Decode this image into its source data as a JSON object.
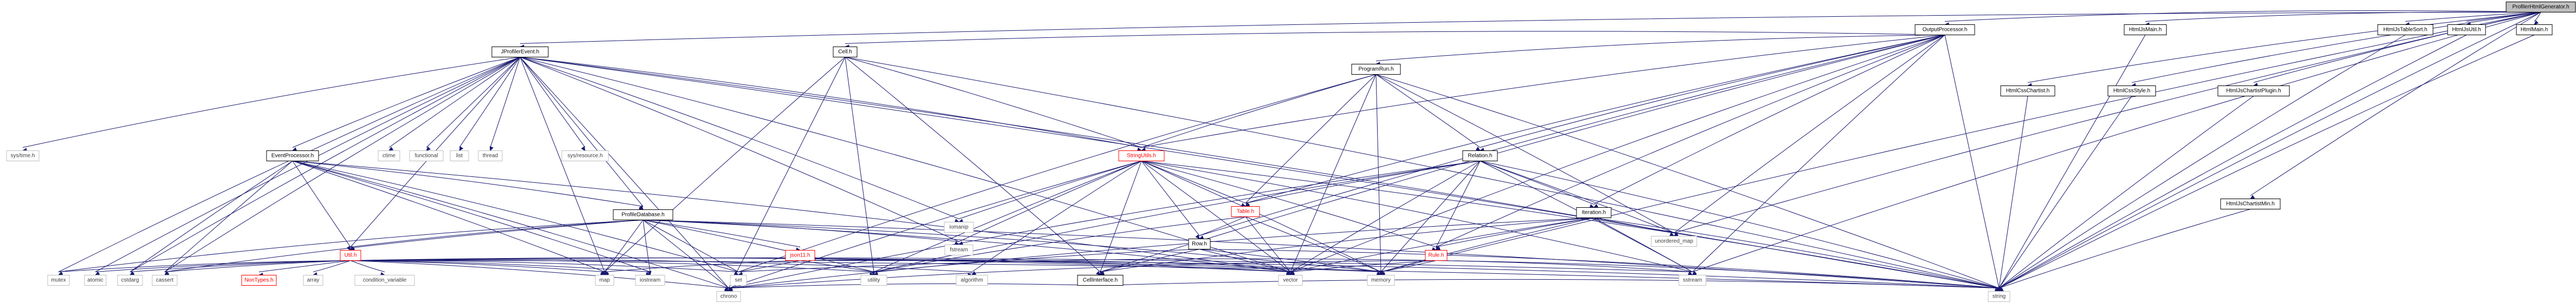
{
  "graph": {
    "root": "ProfilerHtmlGenerator.h",
    "colors": {
      "edge": "#191970",
      "node_border": "#000000",
      "node_fill": "#ffffff",
      "root_fill": "#bfbfbf",
      "external_border": "#bfbfbf",
      "external_text": "#404040",
      "red_border": "#ff0000",
      "red_text": "#ff0000"
    },
    "nodes": [
      {
        "id": "root",
        "label": "ProfilerHtmlGenerator.h",
        "kind": "root"
      },
      {
        "id": "op",
        "label": "OutputProcessor.h",
        "kind": "file"
      },
      {
        "id": "hjsmain",
        "label": "HtmlJsMain.h",
        "kind": "file"
      },
      {
        "id": "hjstsort",
        "label": "HtmlJsTableSort.h",
        "kind": "file"
      },
      {
        "id": "hjsutil",
        "label": "HtmlJsUtil.h",
        "kind": "file"
      },
      {
        "id": "hmain",
        "label": "HtmlMain.h",
        "kind": "file"
      },
      {
        "id": "jpe",
        "label": "JProfilerEvent.h",
        "kind": "file"
      },
      {
        "id": "cell",
        "label": "Cell.h",
        "kind": "file"
      },
      {
        "id": "progrun",
        "label": "ProgramRun.h",
        "kind": "file"
      },
      {
        "id": "hcsschart",
        "label": "HtmlCssChartist.h",
        "kind": "file"
      },
      {
        "id": "hcssstyle",
        "label": "HtmlCssStyle.h",
        "kind": "file"
      },
      {
        "id": "hjschartplugin",
        "label": "HtmlJsChartistPlugin.h",
        "kind": "file"
      },
      {
        "id": "hjschartmin",
        "label": "HtmlJsChartistMin.h",
        "kind": "file"
      },
      {
        "id": "systime",
        "label": "sys/time.h",
        "kind": "external"
      },
      {
        "id": "evproc",
        "label": "EventProcessor.h",
        "kind": "file"
      },
      {
        "id": "ctime",
        "label": "ctime",
        "kind": "external"
      },
      {
        "id": "functional",
        "label": "functional",
        "kind": "external"
      },
      {
        "id": "list",
        "label": "list",
        "kind": "external"
      },
      {
        "id": "thread",
        "label": "thread",
        "kind": "external"
      },
      {
        "id": "sysres",
        "label": "sys/resource.h",
        "kind": "external"
      },
      {
        "id": "strutils",
        "label": "StringUtils.h",
        "kind": "red"
      },
      {
        "id": "relation",
        "label": "Relation.h",
        "kind": "file"
      },
      {
        "id": "profdb",
        "label": "ProfileDatabase.h",
        "kind": "file"
      },
      {
        "id": "iomanip",
        "label": "iomanip",
        "kind": "external"
      },
      {
        "id": "table",
        "label": "Table.h",
        "kind": "red"
      },
      {
        "id": "iteration",
        "label": "Iteration.h",
        "kind": "file"
      },
      {
        "id": "fstream",
        "label": "fstream",
        "kind": "external"
      },
      {
        "id": "row",
        "label": "Row.h",
        "kind": "file"
      },
      {
        "id": "unordered_map",
        "label": "unordered_map",
        "kind": "external"
      },
      {
        "id": "util",
        "label": "Util.h",
        "kind": "red"
      },
      {
        "id": "json11",
        "label": "json11.h",
        "kind": "red"
      },
      {
        "id": "rule",
        "label": "Rule.h",
        "kind": "red"
      },
      {
        "id": "mutex",
        "label": "mutex",
        "kind": "external"
      },
      {
        "id": "atomic",
        "label": "atomic",
        "kind": "external"
      },
      {
        "id": "cstdarg",
        "label": "cstdarg",
        "kind": "external"
      },
      {
        "id": "cassert",
        "label": "cassert",
        "kind": "external"
      },
      {
        "id": "nontypes",
        "label": "NonTypes.h",
        "kind": "red"
      },
      {
        "id": "array",
        "label": "array",
        "kind": "external"
      },
      {
        "id": "condvar",
        "label": "condition_variable",
        "kind": "external"
      },
      {
        "id": "map",
        "label": "map",
        "kind": "external"
      },
      {
        "id": "iostream",
        "label": "iostream",
        "kind": "external"
      },
      {
        "id": "set",
        "label": "set",
        "kind": "external"
      },
      {
        "id": "utility",
        "label": "utility",
        "kind": "external"
      },
      {
        "id": "algorithm",
        "label": "algorithm",
        "kind": "external"
      },
      {
        "id": "cellif",
        "label": "CellInterface.h",
        "kind": "file"
      },
      {
        "id": "vector",
        "label": "vector",
        "kind": "external"
      },
      {
        "id": "memory",
        "label": "memory",
        "kind": "external"
      },
      {
        "id": "sstream",
        "label": "sstream",
        "kind": "external"
      },
      {
        "id": "chrono",
        "label": "chrono",
        "kind": "external"
      },
      {
        "id": "string",
        "label": "string",
        "kind": "external"
      }
    ],
    "edges": [
      [
        "root",
        "op"
      ],
      [
        "root",
        "hjsmain"
      ],
      [
        "root",
        "hjstsort"
      ],
      [
        "root",
        "hjsutil"
      ],
      [
        "root",
        "hmain"
      ],
      [
        "root",
        "hcsschart"
      ],
      [
        "root",
        "hcssstyle"
      ],
      [
        "root",
        "hjschartplugin"
      ],
      [
        "root",
        "hjschartmin"
      ],
      [
        "root",
        "jpe"
      ],
      [
        "root",
        "string"
      ],
      [
        "root",
        "sstream"
      ],
      [
        "root",
        "unordered_map"
      ],
      [
        "root",
        "memory"
      ],
      [
        "op",
        "cell"
      ],
      [
        "op",
        "progrun"
      ],
      [
        "op",
        "strutils"
      ],
      [
        "op",
        "relation"
      ],
      [
        "op",
        "table"
      ],
      [
        "op",
        "iteration"
      ],
      [
        "op",
        "row"
      ],
      [
        "op",
        "rule"
      ],
      [
        "op",
        "cellif"
      ],
      [
        "op",
        "unordered_map"
      ],
      [
        "op",
        "vector"
      ],
      [
        "op",
        "string"
      ],
      [
        "op",
        "sstream"
      ],
      [
        "hjsmain",
        "string"
      ],
      [
        "hjstsort",
        "string"
      ],
      [
        "hjsutil",
        "string"
      ],
      [
        "hmain",
        "string"
      ],
      [
        "hcsschart",
        "string"
      ],
      [
        "hcssstyle",
        "string"
      ],
      [
        "hjschartplugin",
        "string"
      ],
      [
        "hjschartmin",
        "string"
      ],
      [
        "jpe",
        "systime"
      ],
      [
        "jpe",
        "evproc"
      ],
      [
        "jpe",
        "ctime"
      ],
      [
        "jpe",
        "functional"
      ],
      [
        "jpe",
        "list"
      ],
      [
        "jpe",
        "thread"
      ],
      [
        "jpe",
        "sysres"
      ],
      [
        "jpe",
        "profdb"
      ],
      [
        "jpe",
        "util"
      ],
      [
        "jpe",
        "mutex"
      ],
      [
        "jpe",
        "atomic"
      ],
      [
        "jpe",
        "cstdarg"
      ],
      [
        "jpe",
        "cassert"
      ],
      [
        "jpe",
        "iomanip"
      ],
      [
        "jpe",
        "chrono"
      ],
      [
        "jpe",
        "map"
      ],
      [
        "jpe",
        "vector"
      ],
      [
        "jpe",
        "string"
      ],
      [
        "jpe",
        "unordered_map"
      ],
      [
        "jpe",
        "fstream"
      ],
      [
        "jpe",
        "strutils"
      ],
      [
        "cell",
        "strutils"
      ],
      [
        "cell",
        "cellif"
      ],
      [
        "cell",
        "chrono"
      ],
      [
        "cell",
        "utility"
      ],
      [
        "cell",
        "string"
      ],
      [
        "cell",
        "map"
      ],
      [
        "progrun",
        "strutils"
      ],
      [
        "progrun",
        "relation"
      ],
      [
        "progrun",
        "table"
      ],
      [
        "progrun",
        "vector"
      ],
      [
        "progrun",
        "memory"
      ],
      [
        "progrun",
        "string"
      ],
      [
        "progrun",
        "set"
      ],
      [
        "progrun",
        "unordered_map"
      ],
      [
        "evproc",
        "profdb"
      ],
      [
        "evproc",
        "util"
      ],
      [
        "evproc",
        "map"
      ],
      [
        "evproc",
        "cassert"
      ],
      [
        "evproc",
        "cstdarg"
      ],
      [
        "evproc",
        "iostream"
      ],
      [
        "evproc",
        "chrono"
      ],
      [
        "evproc",
        "set"
      ],
      [
        "evproc",
        "vector"
      ],
      [
        "strutils",
        "table"
      ],
      [
        "strutils",
        "row"
      ],
      [
        "strutils",
        "iomanip"
      ],
      [
        "strutils",
        "fstream"
      ],
      [
        "strutils",
        "utility"
      ],
      [
        "strutils",
        "algorithm"
      ],
      [
        "strutils",
        "vector"
      ],
      [
        "strutils",
        "memory"
      ],
      [
        "strutils",
        "string"
      ],
      [
        "strutils",
        "sstream"
      ],
      [
        "strutils",
        "chrono"
      ],
      [
        "strutils",
        "cellif"
      ],
      [
        "strutils",
        "rule"
      ],
      [
        "relation",
        "iteration"
      ],
      [
        "relation",
        "rule"
      ],
      [
        "relation",
        "table"
      ],
      [
        "relation",
        "utility"
      ],
      [
        "relation",
        "vector"
      ],
      [
        "relation",
        "memory"
      ],
      [
        "relation",
        "string"
      ],
      [
        "relation",
        "sstream"
      ],
      [
        "relation",
        "unordered_map"
      ],
      [
        "relation",
        "chrono"
      ],
      [
        "profdb",
        "util"
      ],
      [
        "profdb",
        "json11"
      ],
      [
        "profdb",
        "fstream"
      ],
      [
        "profdb",
        "map"
      ],
      [
        "profdb",
        "iostream"
      ],
      [
        "profdb",
        "set"
      ],
      [
        "profdb",
        "utility"
      ],
      [
        "profdb",
        "vector"
      ],
      [
        "profdb",
        "memory"
      ],
      [
        "profdb",
        "cassert"
      ],
      [
        "profdb",
        "chrono"
      ],
      [
        "profdb",
        "string"
      ],
      [
        "profdb",
        "mutex"
      ],
      [
        "table",
        "row"
      ],
      [
        "table",
        "vector"
      ],
      [
        "table",
        "memory"
      ],
      [
        "table",
        "utility"
      ],
      [
        "iteration",
        "rule"
      ],
      [
        "iteration",
        "vector"
      ],
      [
        "iteration",
        "memory"
      ],
      [
        "iteration",
        "string"
      ],
      [
        "iteration",
        "sstream"
      ],
      [
        "iteration",
        "chrono"
      ],
      [
        "iteration",
        "unordered_map"
      ],
      [
        "iteration",
        "cellif"
      ],
      [
        "row",
        "cellif"
      ],
      [
        "row",
        "vector"
      ],
      [
        "row",
        "memory"
      ],
      [
        "row",
        "utility"
      ],
      [
        "row",
        "string"
      ],
      [
        "util",
        "nontypes"
      ],
      [
        "util",
        "mutex"
      ],
      [
        "util",
        "atomic"
      ],
      [
        "util",
        "cstdarg"
      ],
      [
        "util",
        "cassert"
      ],
      [
        "util",
        "array"
      ],
      [
        "util",
        "condvar"
      ],
      [
        "util",
        "map"
      ],
      [
        "util",
        "iostream"
      ],
      [
        "util",
        "set"
      ],
      [
        "util",
        "utility"
      ],
      [
        "util",
        "algorithm"
      ],
      [
        "util",
        "vector"
      ],
      [
        "util",
        "memory"
      ],
      [
        "util",
        "sstream"
      ],
      [
        "util",
        "chrono"
      ],
      [
        "util",
        "string"
      ],
      [
        "json11",
        "map"
      ],
      [
        "json11",
        "vector"
      ],
      [
        "json11",
        "memory"
      ],
      [
        "json11",
        "string"
      ],
      [
        "json11",
        "utility"
      ],
      [
        "json11",
        "set"
      ],
      [
        "rule",
        "set"
      ],
      [
        "rule",
        "vector"
      ],
      [
        "rule",
        "memory"
      ],
      [
        "rule",
        "string"
      ],
      [
        "rule",
        "sstream"
      ],
      [
        "rule",
        "chrono"
      ],
      [
        "cellif",
        "chrono"
      ],
      [
        "cellif",
        "string"
      ]
    ]
  }
}
